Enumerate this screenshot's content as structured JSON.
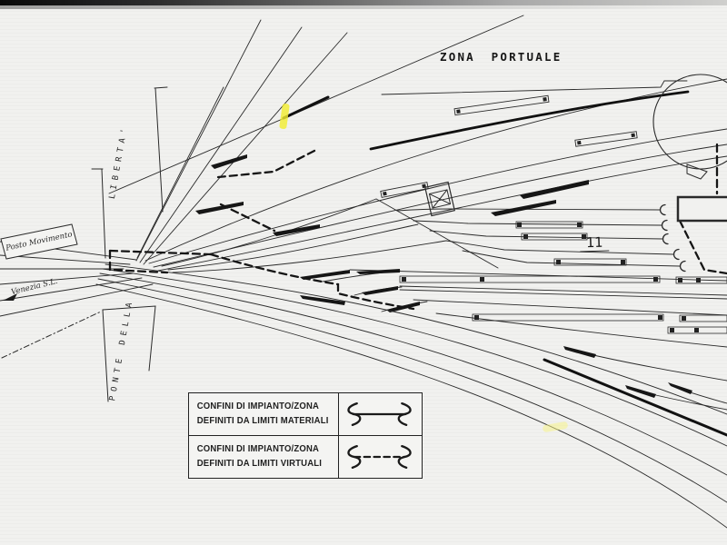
{
  "diagram": {
    "title": "ZONA PORTUALE",
    "track_number": "11",
    "bridge_label_top": "LIBERTA'",
    "bridge_label_bottom": "PONTE DELLA",
    "station_box_label": "Posto Movimento",
    "line_label": "Venezia S.L.",
    "legend": {
      "rows": [
        {
          "line1": "CONFINI DI IMPIANTO/ZONA",
          "line2": "DEFINITI DA LIMITI MATERIALI",
          "symbol": "solid-line-with-hook-ends"
        },
        {
          "line1": "CONFINI DI IMPIANTO/ZONA",
          "line2": "DEFINITI DA LIMITI VIRTUALI",
          "symbol": "dashed-line-with-hook-ends"
        }
      ]
    },
    "colors": {
      "ink": "#222222",
      "paper": "#f1f1ef",
      "highlight_yellow": "#f2ee2e"
    }
  }
}
